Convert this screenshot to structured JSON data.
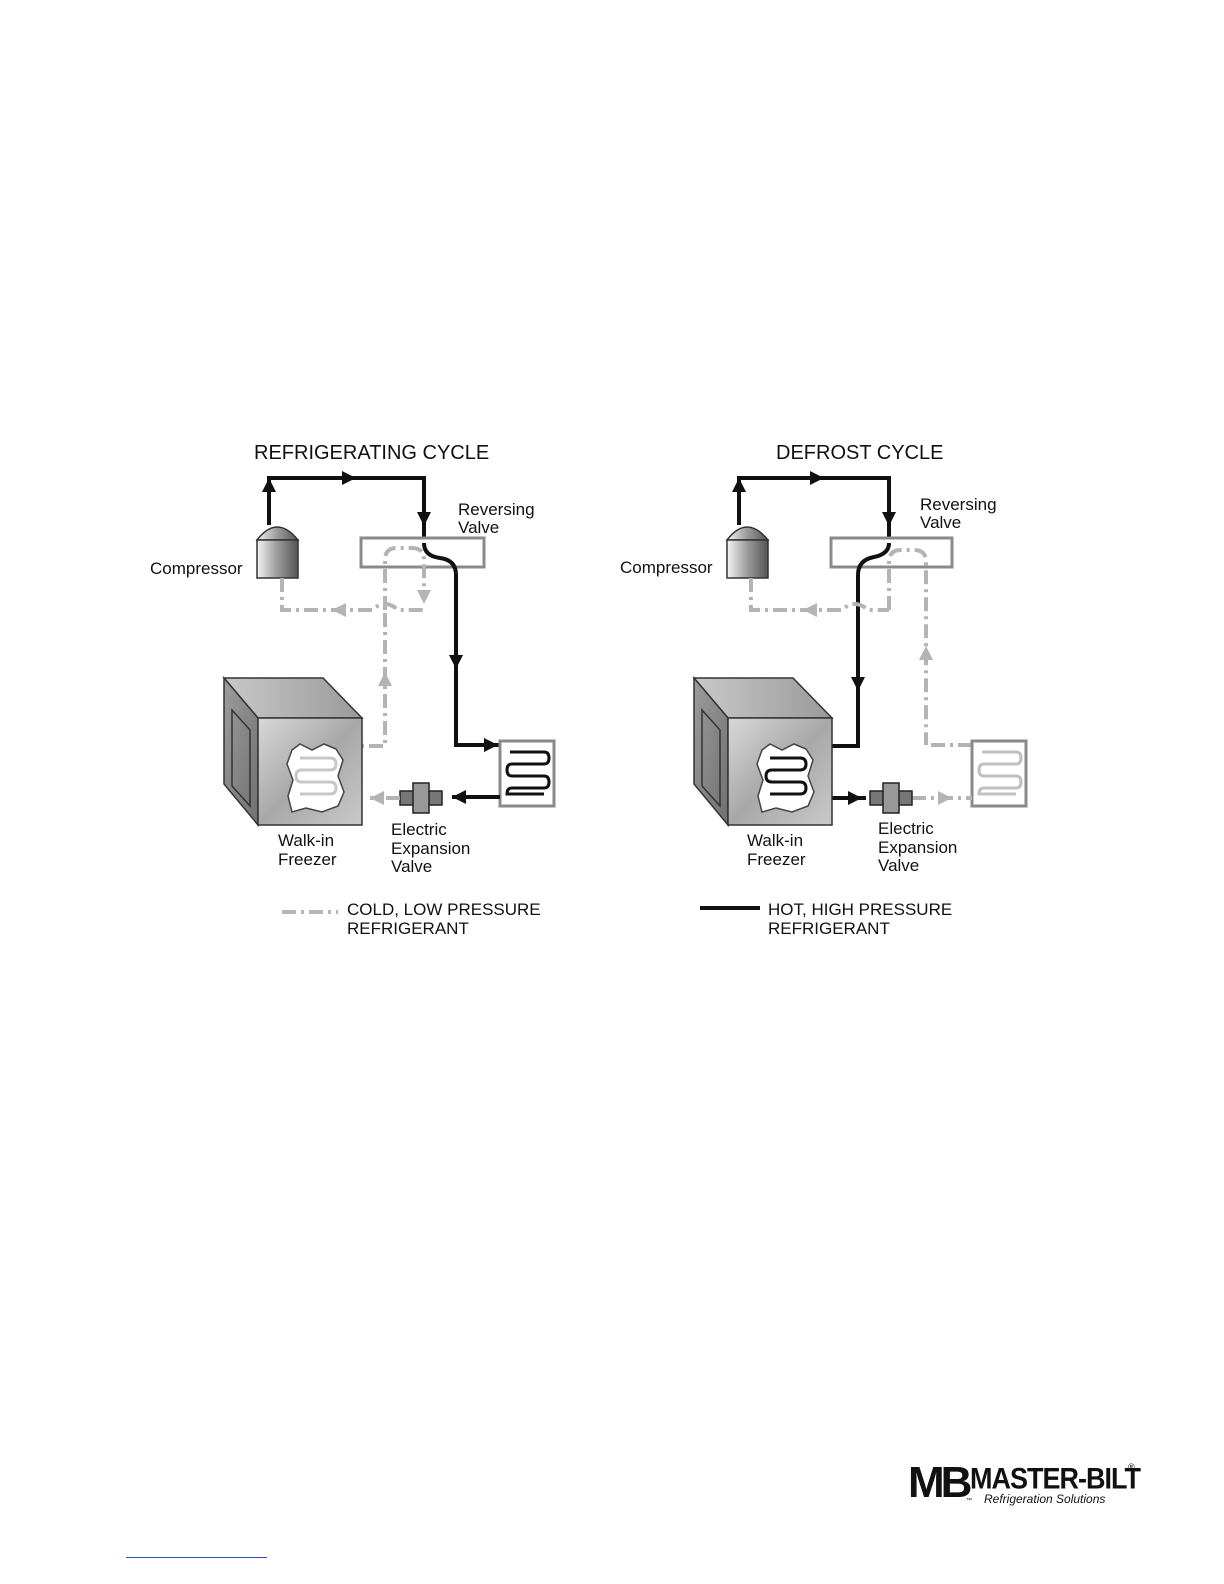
{
  "refrigerating": {
    "title": "REFRIGERATING CYCLE",
    "compressor": "Compressor",
    "reversing_valve": [
      "Reversing",
      "Valve"
    ],
    "walk_in": [
      "Walk-in",
      "Freezer"
    ],
    "expansion_valve": [
      "Electric",
      "Expansion",
      "Valve"
    ],
    "legend": [
      "COLD, LOW PRESSURE",
      "REFRIGERANT"
    ]
  },
  "defrost": {
    "title": "DEFROST CYCLE",
    "compressor": "Compressor",
    "reversing_valve": [
      "Reversing",
      "Valve"
    ],
    "walk_in": [
      "Walk-in",
      "Freezer"
    ],
    "expansion_valve": [
      "Electric",
      "Expansion",
      "Valve"
    ],
    "legend": [
      "HOT, HIGH PRESSURE",
      "REFRIGERANT"
    ]
  },
  "logo": {
    "mark": "MB",
    "name": "MASTER-BILT",
    "registered": "®",
    "trademark": "™",
    "tagline": "Refrigeration Solutions"
  },
  "colors": {
    "hot": "#111111",
    "cold": "#b4b4b4",
    "valve_box": "#8a8a8a"
  }
}
